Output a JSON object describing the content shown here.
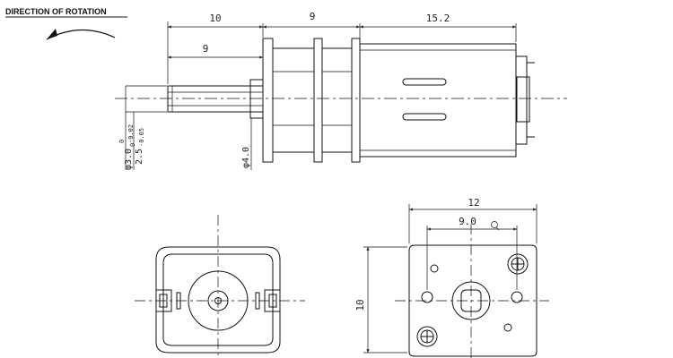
{
  "header": {
    "rotation_label": "DIRECTION OF ROTATION"
  },
  "side_view": {
    "dims": {
      "shaft_len": "10",
      "gear_len": "9",
      "motor_len": "15.2",
      "shaft_to_flange": "9"
    },
    "diameters": {
      "d_outer": "φ3.0",
      "d_outer_tol_top": "0",
      "d_outer_tol_bot": "-0.02",
      "flat": "2.5",
      "flat_tol_top": "0",
      "flat_tol_bot": "-0.05",
      "d_boss": "φ4.0"
    }
  },
  "end_view": {
    "dims": {
      "width": "12",
      "holes_span": "9.0",
      "height": "10"
    }
  }
}
